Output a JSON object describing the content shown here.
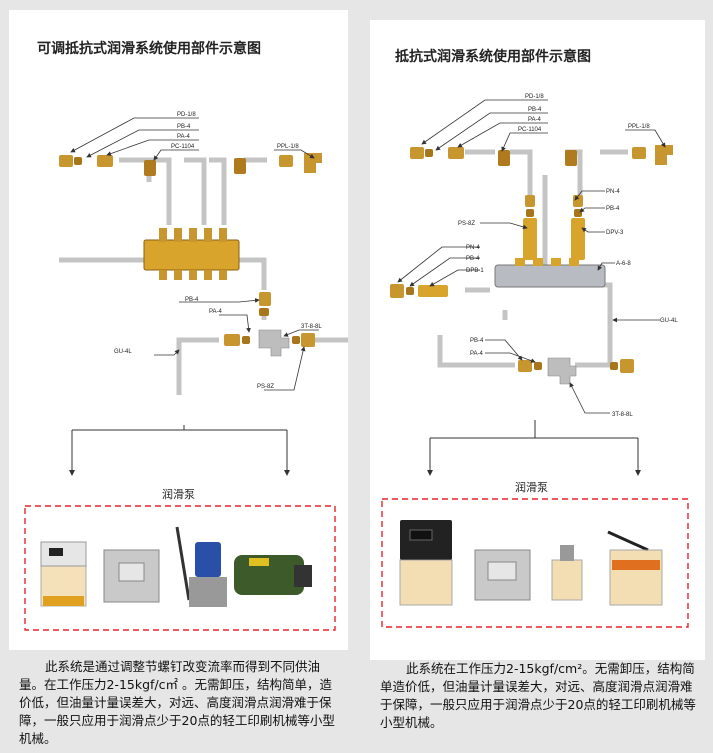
{
  "left": {
    "title": "可调抵抗式润滑系统使用部件示意图",
    "labels": {
      "pd18": "PD-1/8",
      "pb4_top": "PB-4",
      "pa4_top": "PA-4",
      "pc1104": "PC-1104",
      "ppl18": "PPL-1/8",
      "pb4_mid": "PB-4",
      "pa4_mid": "PA-4",
      "t38l": "3T-8-8L",
      "gu4l": "GU-4L",
      "ps8z": "PS-8Z"
    },
    "pump_title": "润滑泵",
    "description": "此系统是通过调整节螺钉改变流率而得到不同供油量。在工作压力2-15kgf/c㎡ 。无需卸压，结构简单，造价低，但油量计量误差大，对远、高度润滑点润滑难于保障，一般只应用于润滑点少于20点的轻工印刷机械等小型机械。"
  },
  "right": {
    "title": "抵抗式润滑系统使用部件示意图",
    "labels": {
      "pd18": "PD-1/8",
      "pb4_top": "PB-4",
      "pa4_top": "PA-4",
      "pc1104": "PC-1104",
      "ppl18": "PPL-1/8",
      "pn4_a": "PN-4",
      "pb4_a": "PB-4",
      "dpv3": "DPV-3",
      "ps8z": "PS-8Z",
      "pn4_b": "PN-4",
      "pb4_b": "PB-4",
      "dpb1": "DPB-1",
      "a68": "A-6-8",
      "gu4l": "GU-4L",
      "pb4_c": "PB-4",
      "pa4_c": "PA-4",
      "t38l": "3T-8-8L"
    },
    "pump_title": "润滑泵",
    "description": "此系统在工作压力2-15kgf/cm²。无需卸压，结构简单造价低，但油量计量误差大，对远、高度润滑点润滑难于保障，一般只应用于润滑点少于20点的轻工印刷机械等小型机械。"
  },
  "colors": {
    "pipe": "#c4c4c4",
    "brass": "#c8962e",
    "dashed_border": "#e8232a",
    "arrow": "#333333"
  }
}
